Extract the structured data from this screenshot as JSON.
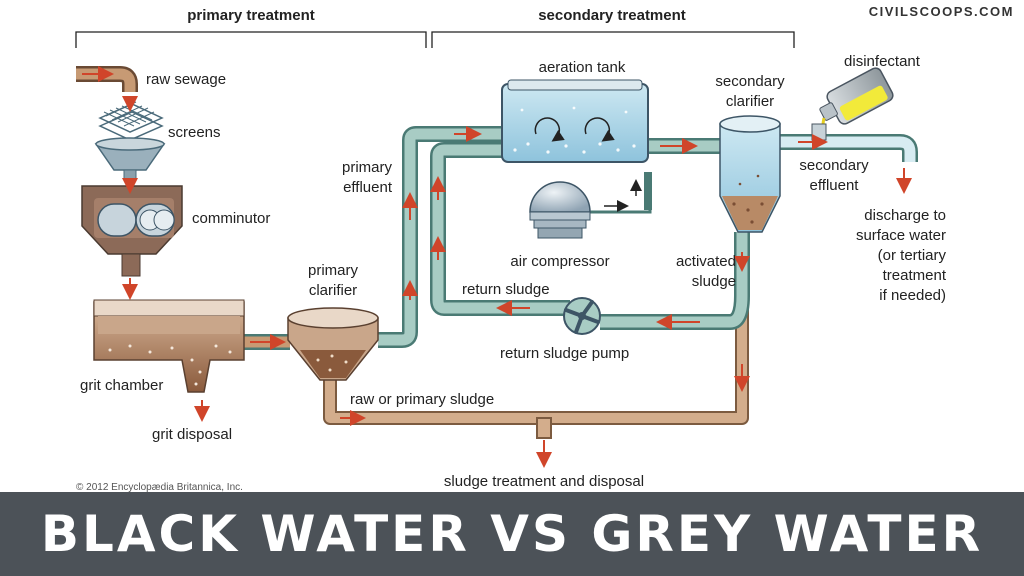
{
  "site": "CIVILSCOOPS.COM",
  "headers": {
    "primary": "primary treatment",
    "secondary": "secondary treatment"
  },
  "labels": {
    "raw_sewage": "raw sewage",
    "screens": "screens",
    "comminutor": "comminutor",
    "grit_chamber": "grit chamber",
    "grit_disposal": "grit disposal",
    "primary_clarifier_1": "primary",
    "primary_clarifier_2": "clarifier",
    "primary_effluent_1": "primary",
    "primary_effluent_2": "effluent",
    "aeration_tank": "aeration tank",
    "air_compressor": "air compressor",
    "secondary_clarifier_1": "secondary",
    "secondary_clarifier_2": "clarifier",
    "disinfectant": "disinfectant",
    "secondary_effluent_1": "secondary",
    "secondary_effluent_2": "effluent",
    "discharge_1": "discharge to",
    "discharge_2": "surface water",
    "discharge_3": "(or tertiary",
    "discharge_4": "treatment",
    "discharge_5": "if needed)",
    "activated_sludge_1": "activated",
    "activated_sludge_2": "sludge",
    "return_sludge": "return sludge",
    "return_sludge_pump": "return sludge pump",
    "raw_primary_sludge": "raw or primary sludge",
    "sludge_treatment": "sludge treatment and disposal",
    "copyright": "© 2012 Encyclopædia Britannica, Inc."
  },
  "banner": "Black Water vs Grey Water",
  "colors": {
    "pipe_fill": "#8fb8b0",
    "pipe_edge": "#4a7a74",
    "sludge_pipe": "#c9a07c",
    "water": "#a9d4e6",
    "sludge": "#9a6a4a",
    "arrow": "#d0452a",
    "banner_bg": "#4c5258"
  }
}
